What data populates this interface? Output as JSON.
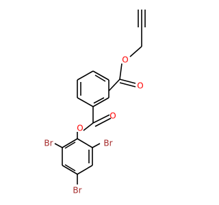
{
  "molecule": {
    "colors": {
      "bond": "#000000",
      "oxygen": "#ff0000",
      "bromine": "#a52a2a"
    },
    "atoms": {
      "o_propargyl": "O",
      "o_carbonyl_top": "O",
      "o_ester_aryl": "O",
      "o_carbonyl_mid": "O",
      "br_left": "Br",
      "br_right": "Br",
      "br_bottom": "Br"
    }
  }
}
